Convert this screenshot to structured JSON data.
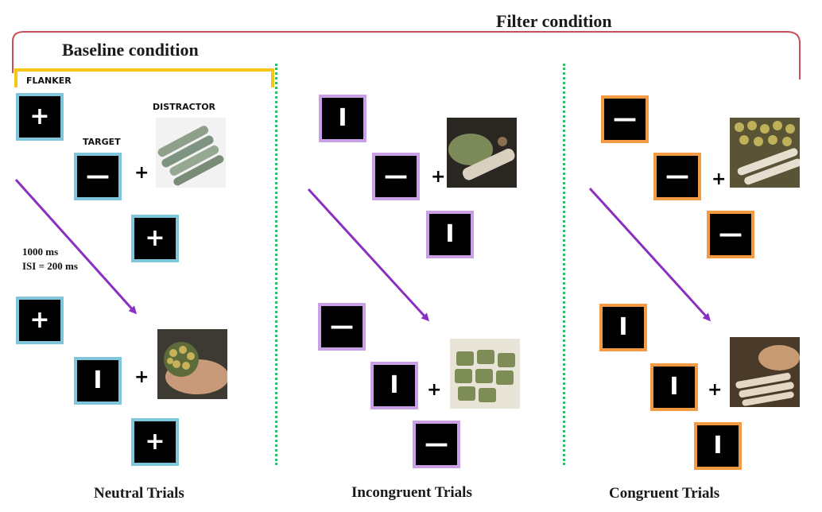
{
  "titles": {
    "filter": "Filter condition",
    "baseline": "Baseline condition"
  },
  "labels": {
    "flanker": "FLANKER",
    "distractor": "DISTRACTOR",
    "target": "TARGET"
  },
  "timing": {
    "duration": "1000 ms",
    "isi": "ISI = 200 ms"
  },
  "symbols": {
    "plus": "+",
    "minus": "—",
    "bar": "I",
    "combine": "+"
  },
  "columns": [
    {
      "label": "Neutral Trials"
    },
    {
      "label": "Incongruent Trials"
    },
    {
      "label": "Congruent Trials"
    }
  ],
  "colors": {
    "neutral_border": "#7fc6dd",
    "incongruent_border": "#c9a0e6",
    "congruent_border": "#f39a45",
    "arrow": "#8b2fc0",
    "filter_bracket": "#c9505a",
    "baseline_bracket": "#f5c518",
    "divider": "#2fbf6a"
  }
}
